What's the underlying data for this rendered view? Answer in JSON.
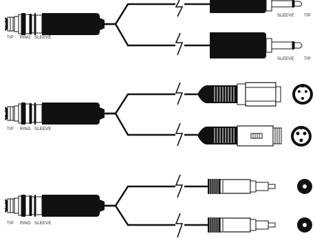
{
  "diagram": {
    "colors": {
      "ink": "#111111",
      "paper": "#ffffff"
    },
    "panels": [
      {
        "name": "trs-to-dual-ts",
        "source": {
          "type": "trs-plug",
          "labels": [
            "TIP",
            "RING",
            "SLEEVE"
          ]
        },
        "outputs": [
          {
            "type": "ts-plug",
            "labels": [
              "SLEEVE",
              "TIP"
            ]
          },
          {
            "type": "ts-plug",
            "labels": [
              "SLEEVE",
              "TIP"
            ]
          }
        ]
      },
      {
        "name": "trs-to-dual-xlr",
        "source": {
          "type": "trs-plug",
          "labels": [
            "TIP",
            "RING",
            "SLEEVE"
          ]
        },
        "outputs": [
          {
            "type": "xlr-male",
            "labels": []
          },
          {
            "type": "xlr-female",
            "labels": []
          }
        ]
      },
      {
        "name": "trs-to-dual-rca",
        "source": {
          "type": "trs-plug",
          "labels": [
            "TIP",
            "RING",
            "SLEEVE"
          ]
        },
        "outputs": [
          {
            "type": "rca-plug",
            "labels": []
          },
          {
            "type": "rca-plug",
            "labels": []
          }
        ]
      }
    ]
  }
}
